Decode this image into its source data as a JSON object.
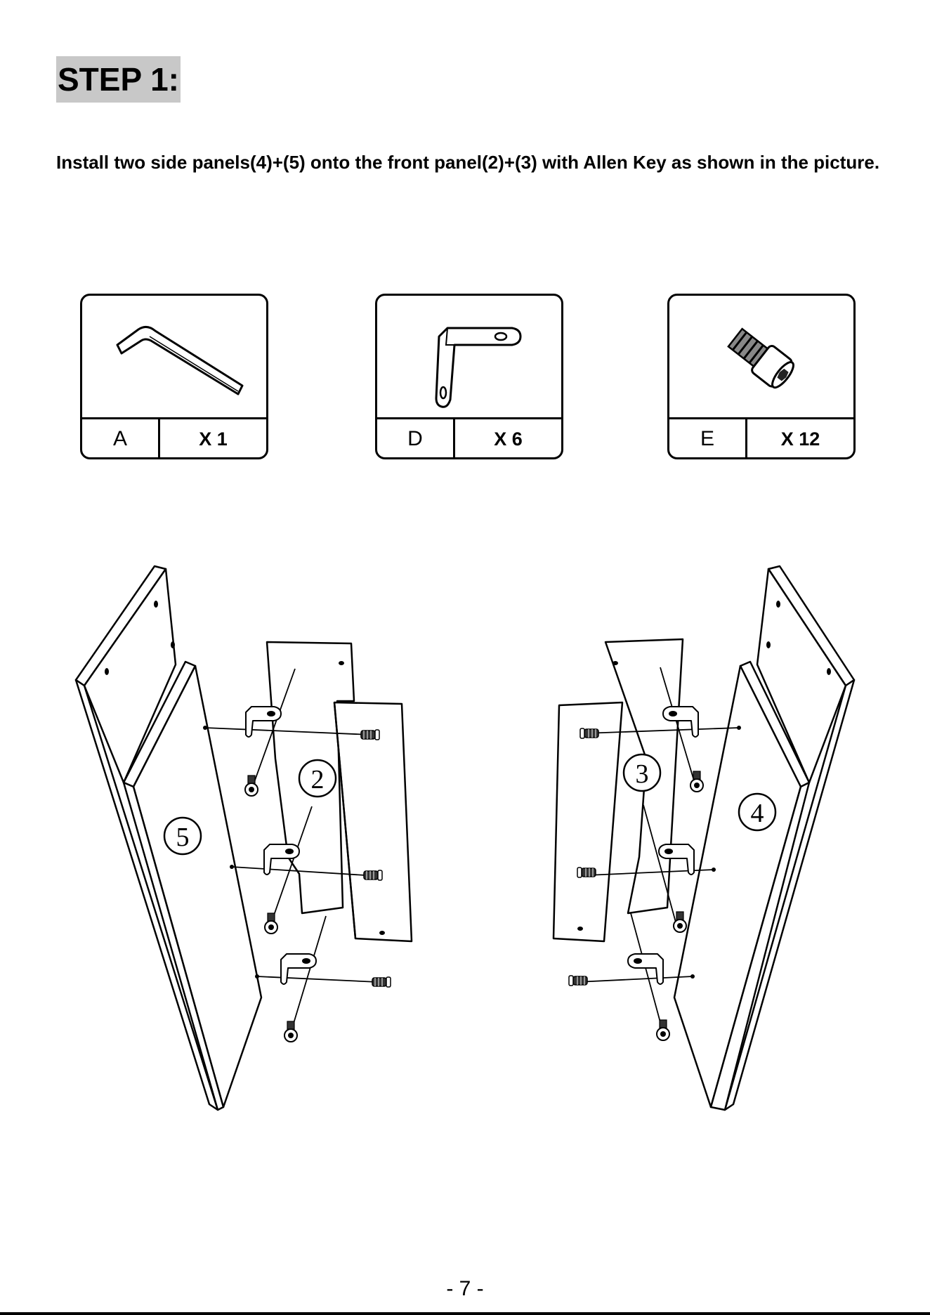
{
  "step": {
    "title": "STEP 1:"
  },
  "instruction": "Install two side panels(4)+(5) onto the front panel(2)+(3) with Allen Key as shown in the picture.",
  "parts": [
    {
      "letter": "A",
      "qty": "X 1",
      "icon": "allen-key-icon"
    },
    {
      "letter": "D",
      "qty": "X 6",
      "icon": "l-bracket-icon"
    },
    {
      "letter": "E",
      "qty": "X 12",
      "icon": "bolt-icon"
    }
  ],
  "panel_labels": {
    "front_left": "2",
    "front_right": "3",
    "side_right": "4",
    "side_left": "5"
  },
  "page_number": "- 7 -"
}
